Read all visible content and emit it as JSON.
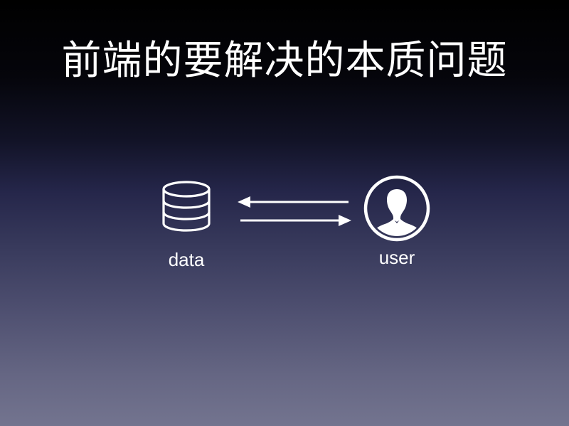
{
  "slide": {
    "title": "前端的要解决的本质问题"
  },
  "diagram": {
    "left_node": {
      "label": "data",
      "icon": "database-icon"
    },
    "right_node": {
      "label": "user",
      "icon": "user-avatar-icon"
    },
    "arrows": [
      {
        "direction": "right-to-left",
        "icon": "arrow-left-icon"
      },
      {
        "direction": "left-to-right",
        "icon": "arrow-right-icon"
      }
    ]
  },
  "colors": {
    "text": "#ffffff",
    "background_top": "#000000",
    "background_bottom": "#73748f"
  }
}
